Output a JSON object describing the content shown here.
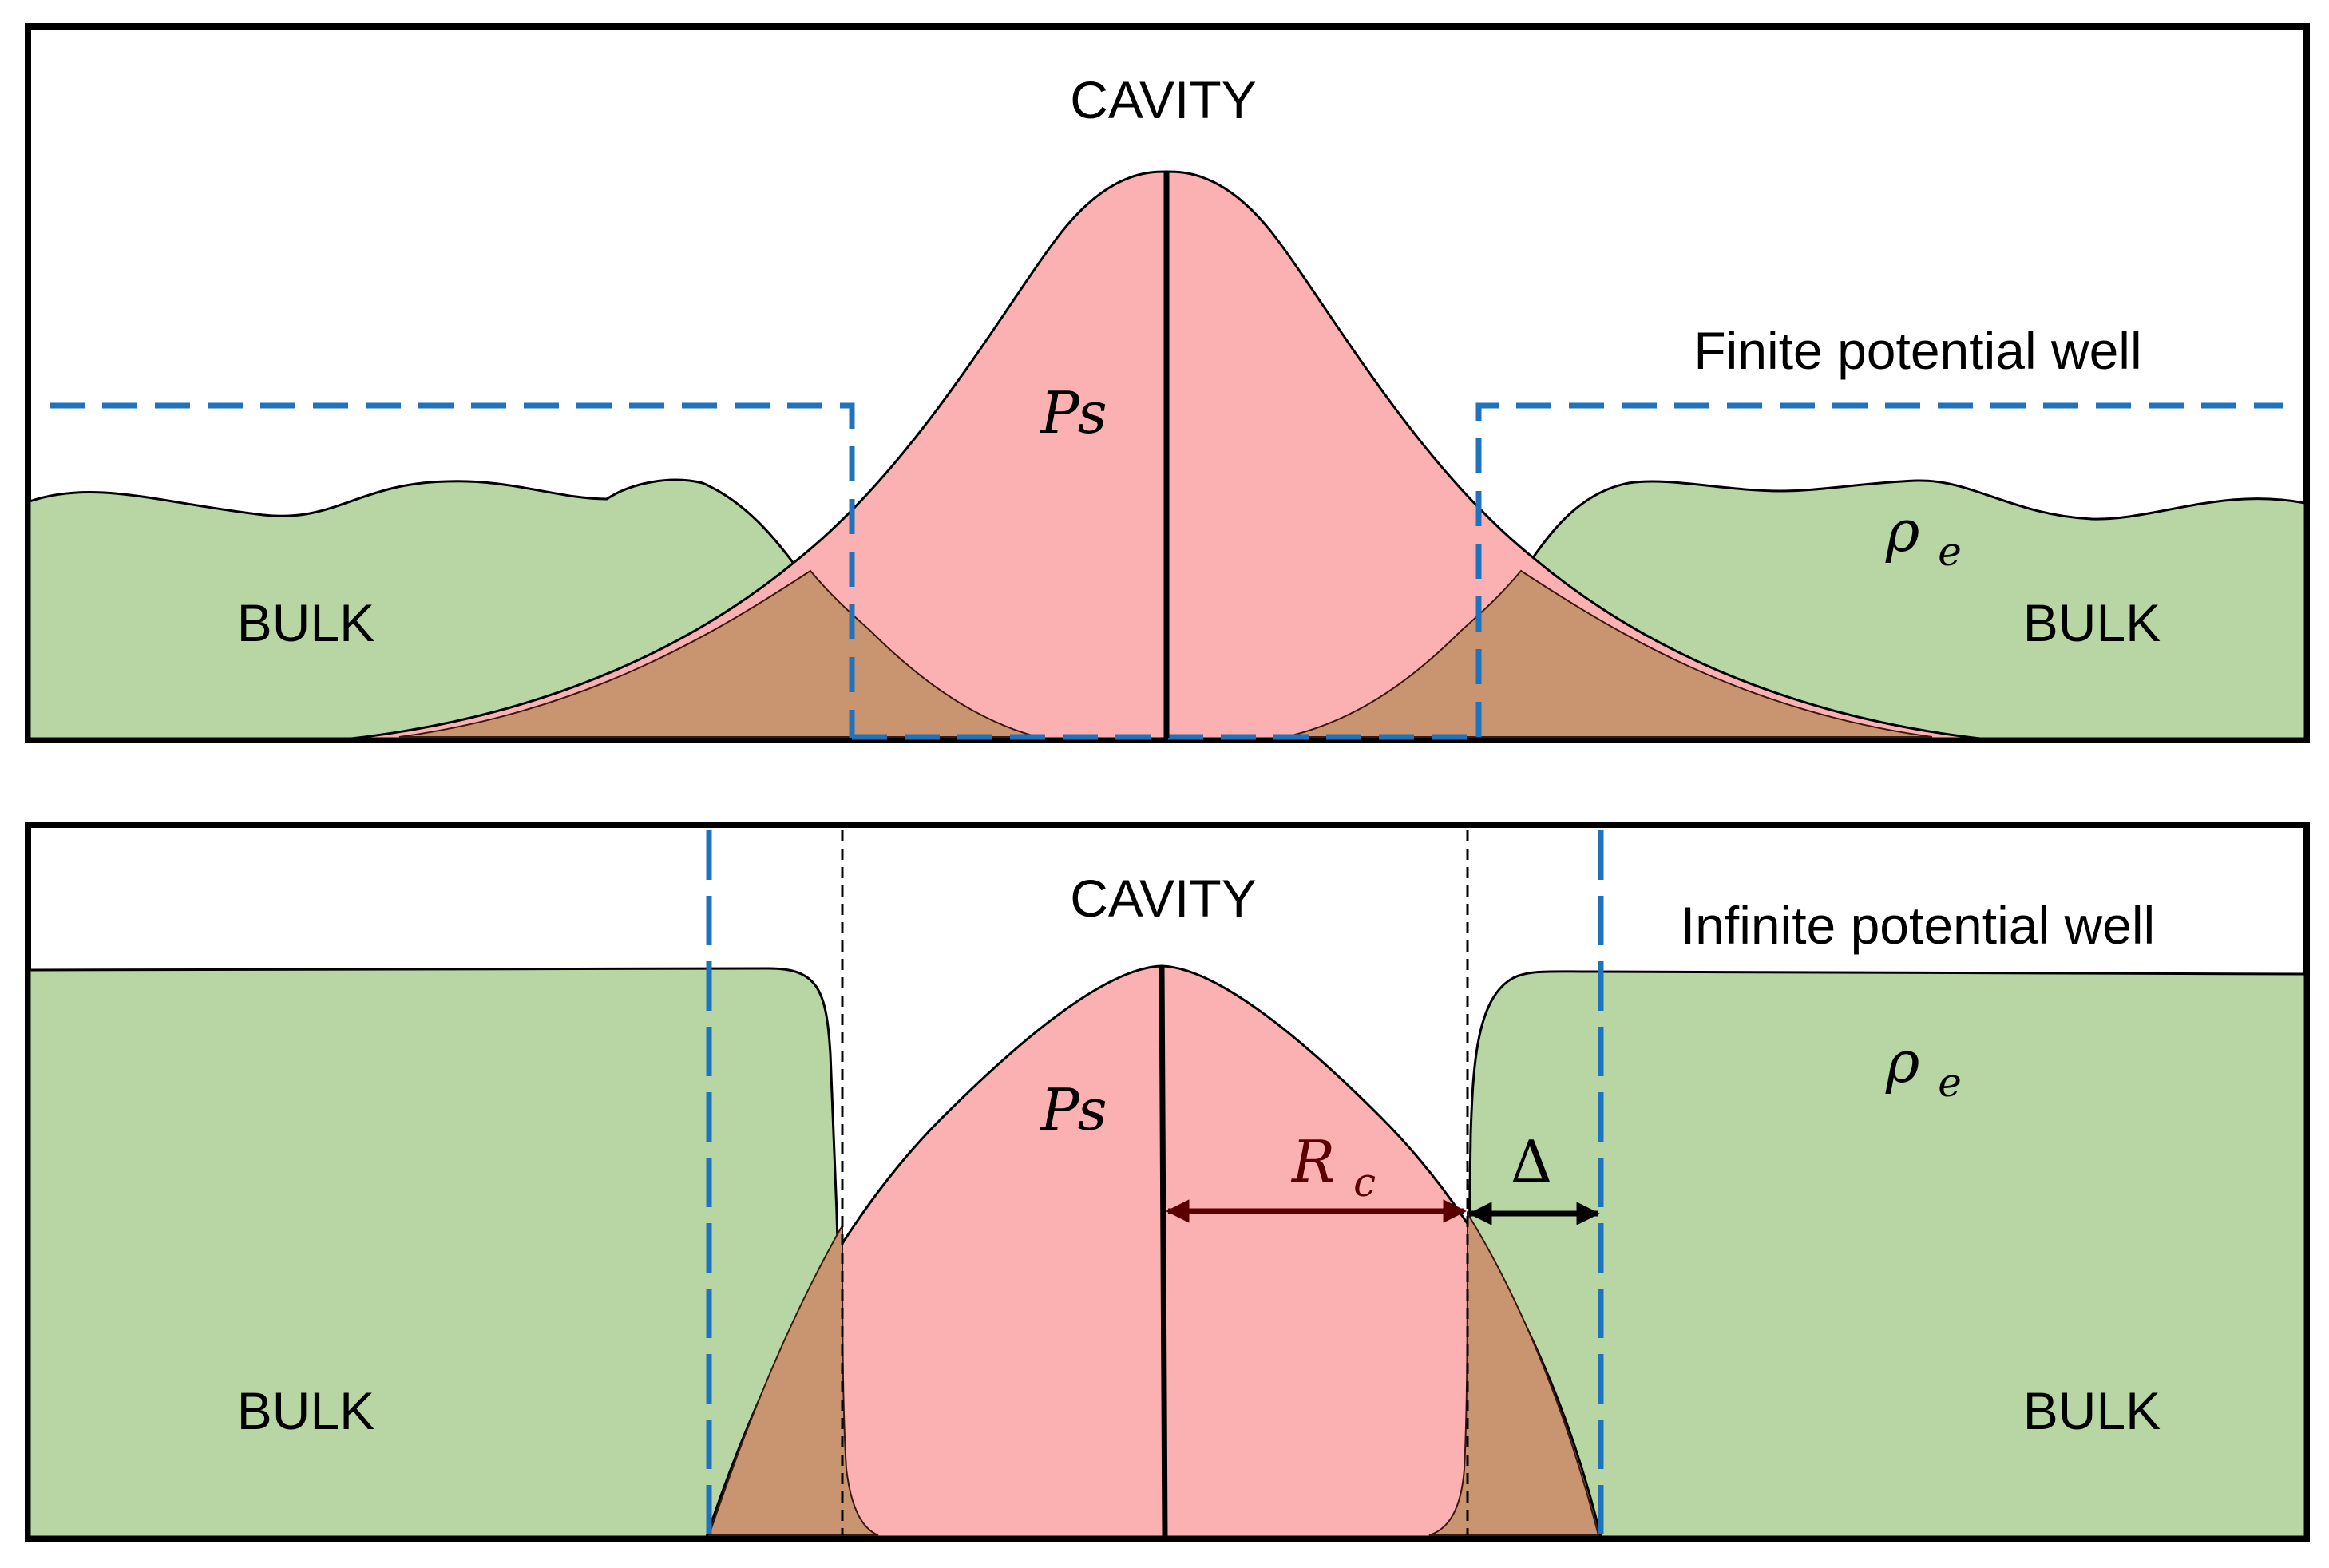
{
  "colors": {
    "bulk_fill": "#b8d6a4",
    "cavity_fill": "#fbb0b1",
    "overlap_fill": "#c99470",
    "well_line": "#1f73bd",
    "radius_arrow": "#5a0000",
    "frame": "#000000"
  },
  "panels": [
    {
      "id": "top",
      "cavity_label": "CAVITY",
      "well_label": "Finite potential well",
      "ps_label": "Ps",
      "rho_label": {
        "base": "ρ",
        "sub": "e"
      },
      "bulk_left_label": "BULK",
      "bulk_right_label": "BULK"
    },
    {
      "id": "bottom",
      "cavity_label": "CAVITY",
      "well_label": "Infinite potential well",
      "ps_label": "Ps",
      "rho_label": {
        "base": "ρ",
        "sub": "e"
      },
      "bulk_left_label": "BULK",
      "bulk_right_label": "BULK",
      "radius_label": {
        "base": "R",
        "sub": "c"
      },
      "delta_label": "Δ"
    }
  ]
}
